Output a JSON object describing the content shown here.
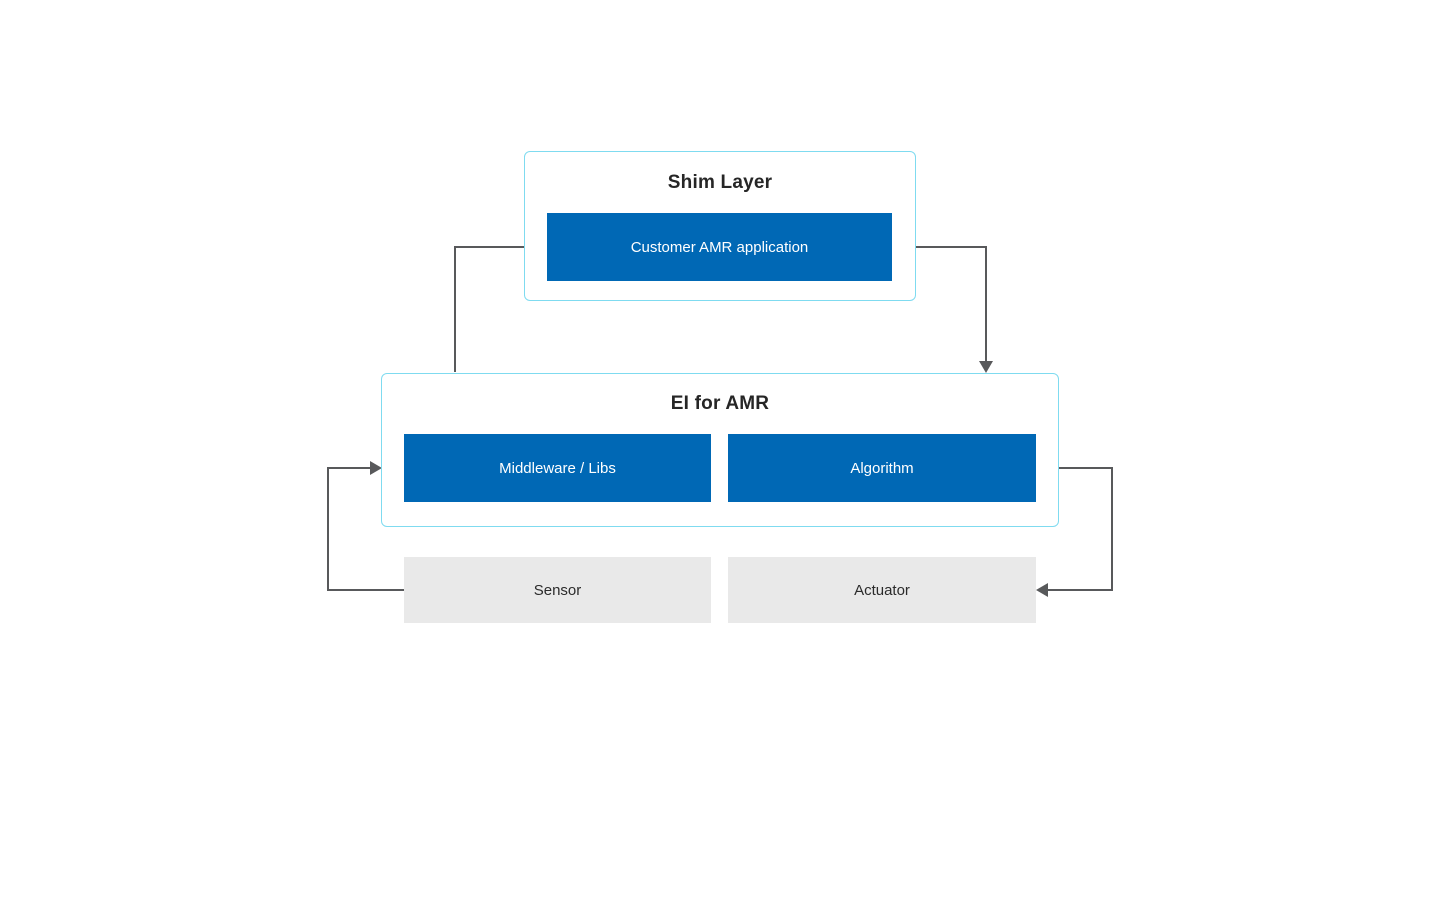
{
  "diagram": {
    "shim_layer": {
      "title": "Shim Layer",
      "app_label": "Customer AMR application"
    },
    "ei_for_amr": {
      "title": "EI for AMR",
      "middleware_label": "Middleware / Libs",
      "algorithm_label": "Algorithm"
    },
    "hardware": {
      "sensor_label": "Sensor",
      "actuator_label": "Actuator"
    }
  },
  "colors": {
    "accent-blue": "#0068b5",
    "box-border-cyan": "#7fdbf0",
    "hardware-gray": "#e9e9e9",
    "connector-gray": "#58595b",
    "title-text": "#262626",
    "canvas-bg": "#ffffff"
  }
}
